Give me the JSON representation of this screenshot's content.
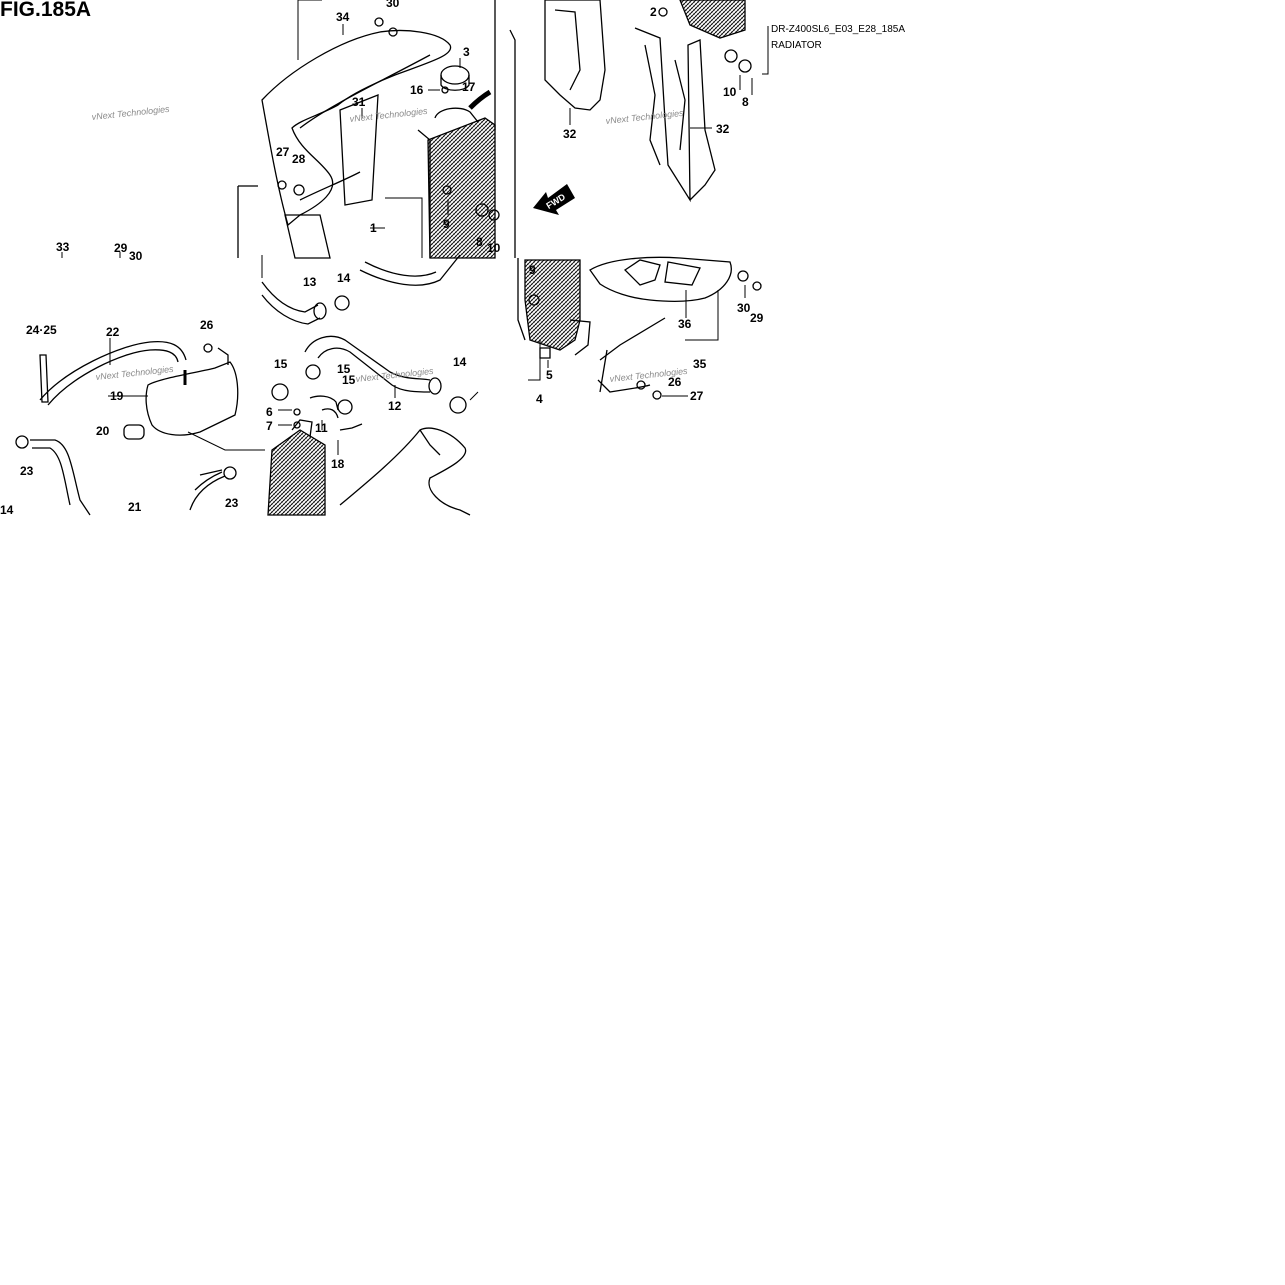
{
  "figure": {
    "title": "FIG.185A",
    "code": "DR-Z400SL6_E03_E28_185A",
    "name": "RADIATOR",
    "fwd_label": "FWD",
    "watermark": "vNext Technologies"
  },
  "callouts": {
    "upper_left": [
      "34",
      "30",
      "3",
      "16",
      "17",
      "31",
      "27",
      "28",
      "1",
      "9",
      "8",
      "10",
      "33",
      "29",
      "30"
    ],
    "upper_right": [
      "2",
      "10",
      "8",
      "32",
      "32"
    ],
    "lower_left": [
      "24·25",
      "22",
      "26",
      "19",
      "20",
      "23",
      "14",
      "21",
      "23",
      "13",
      "14",
      "15",
      "15",
      "15",
      "14",
      "6",
      "7",
      "11",
      "12",
      "18"
    ],
    "lower_right": [
      "9",
      "5",
      "4",
      "36",
      "35",
      "30",
      "29",
      "26",
      "27"
    ]
  },
  "colors": {
    "ink": "#000000",
    "watermark": "#8a8a8a",
    "background": "#ffffff"
  }
}
